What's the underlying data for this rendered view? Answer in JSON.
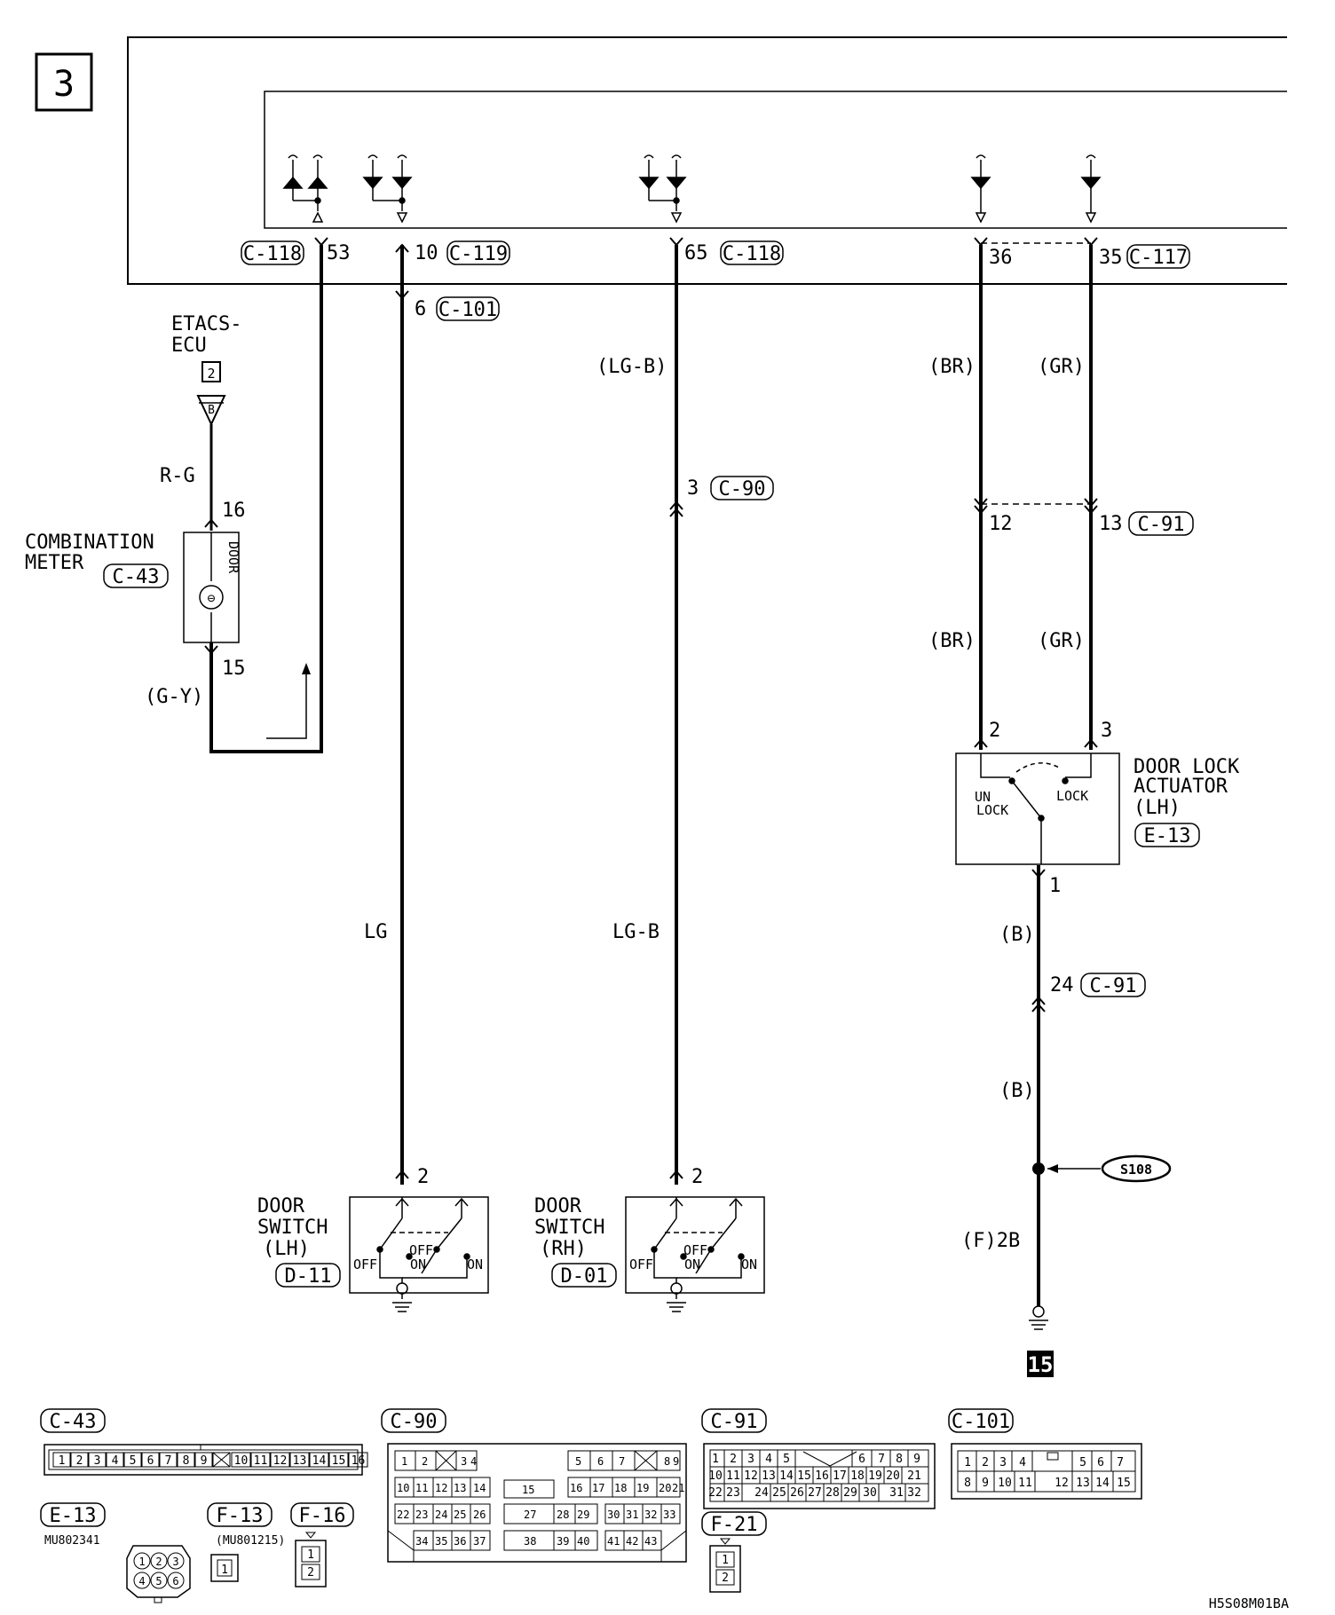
{
  "page": {
    "section_number": "3",
    "drawing_code": "H5S08M01BA"
  },
  "ecu_pins": [
    {
      "connector": "C-118",
      "pin": "53"
    },
    {
      "connector": "C-119",
      "pin": "10"
    },
    {
      "connector": "C-118",
      "pin": "65"
    },
    {
      "connector": "C-117",
      "pin": "36"
    },
    {
      "connector": "C-117",
      "pin": "35"
    }
  ],
  "intermediate": {
    "c101": {
      "pin": "6",
      "connector": "C-101"
    },
    "c90": {
      "pin": "3",
      "connector": "C-90"
    },
    "c91_br": {
      "pin": "12",
      "connector": "C-91"
    },
    "c91_gr": {
      "pin": "13",
      "connector": "C-91"
    },
    "c91_b": {
      "pin": "24",
      "connector": "C-91"
    }
  },
  "etacs": {
    "line1": "ETACS-",
    "line2": "ECU",
    "page_ref": "2",
    "flag": "B"
  },
  "combination_meter": {
    "line1": "COMBINATION",
    "line2": "METER",
    "connector": "C-43",
    "pin_top": "16",
    "pin_bottom": "15",
    "element": "DOOR",
    "lamp": "⊖"
  },
  "wire_colors": {
    "rg": "R-G",
    "gy": "(G-Y)",
    "lgb_top": "(LG-B)",
    "lg": "LG",
    "lgb": "LG-B",
    "br": "(BR)",
    "gr": "(GR)",
    "b": "(B)",
    "f2b": "(F)2B"
  },
  "door_switch_lh": {
    "line1": "DOOR",
    "line2": "SWITCH",
    "line3": "(LH)",
    "connector": "D-11",
    "pin": "2",
    "off1": "OFF",
    "off2": "OFF",
    "on1": "ON",
    "on2": "ON"
  },
  "door_switch_rh": {
    "line1": "DOOR",
    "line2": "SWITCH",
    "line3": "(RH)",
    "connector": "D-01",
    "pin": "2",
    "off1": "OFF",
    "off2": "OFF",
    "on1": "ON",
    "on2": "ON"
  },
  "actuator": {
    "line1": "DOOR LOCK",
    "line2": "ACTUATOR",
    "line3": "(LH)",
    "connector": "E-13",
    "pin2": "2",
    "pin3": "3",
    "pin1": "1",
    "unlock1": "UN",
    "unlock2": "LOCK",
    "lock": "LOCK"
  },
  "splice": "S108",
  "ground_ref": "15",
  "connectors": {
    "c43": {
      "label": "C-43",
      "pins": [
        "1",
        "2",
        "3",
        "4",
        "5",
        "6",
        "7",
        "8",
        "9",
        "10",
        "11",
        "12",
        "13",
        "14",
        "15",
        "16"
      ]
    },
    "c90": {
      "label": "C-90"
    },
    "c91": {
      "label": "C-91"
    },
    "c101": {
      "label": "C-101"
    },
    "e13": {
      "label": "E-13",
      "part": "MU802341"
    },
    "f13": {
      "label": "F-13",
      "part": "(MU801215)"
    },
    "f16": {
      "label": "F-16"
    },
    "f21": {
      "label": "F-21"
    }
  }
}
